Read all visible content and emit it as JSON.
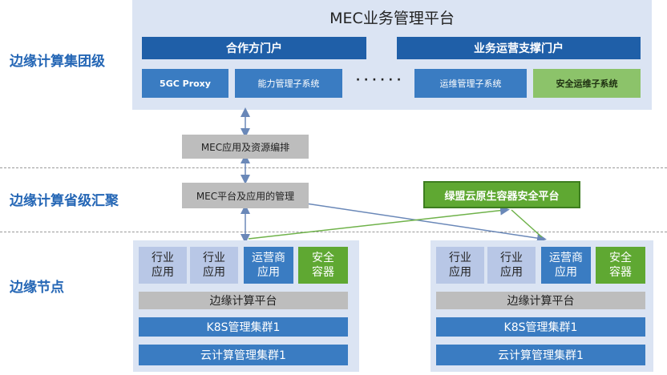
{
  "levels": {
    "group": "边缘计算集团级",
    "province": "边缘计算省级汇聚",
    "node": "边缘节点"
  },
  "platform": {
    "title": "MEC业务管理平台",
    "portal_left": "合作方门户",
    "portal_right": "业务运营支撑门户",
    "subsystems": [
      "5GC Proxy",
      "能力管理子系统",
      "运维管理子系统",
      "安全运维子系统"
    ],
    "ellipsis": "· · · · · ·"
  },
  "orchestration": "MEC应用及资源编排",
  "mec_mgmt": "MEC平台及应用的管理",
  "green_alliance": "绿盟云原生容器安全平台",
  "nodes": [
    {
      "apps": [
        "行业\n应用",
        "行业\n应用",
        "运营商\n应用",
        "安全\n容器"
      ],
      "platform": "边缘计算平台",
      "k8s": "K8S管理集群1",
      "cloud": "云计算管理集群1"
    },
    {
      "apps": [
        "行业\n应用",
        "行业\n应用",
        "运营商\n应用",
        "安全\n容器"
      ],
      "platform": "边缘计算平台",
      "k8s": "K8S管理集群1",
      "cloud": "云计算管理集群1"
    }
  ],
  "colors": {
    "accent": "#2466b5",
    "dark_blue": "#1f5fa8",
    "green": "#5fa832",
    "panel": "#dbe4f3"
  }
}
